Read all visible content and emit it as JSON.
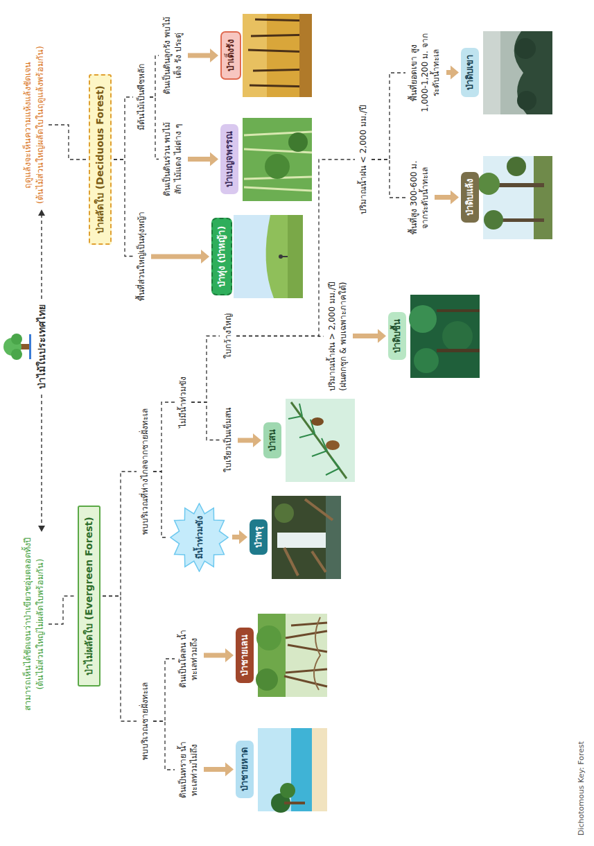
{
  "diagram": {
    "nodes": [
      {
        "text": [
          "ป่าไม้ในประเทศไทย"
        ]
      },
      {
        "text": [
          "สามารถเห็นได้ชัดเจนว่าป่าเขียวชอุ่มตลอดทั้งปี",
          "(ต้นไม้ส่วนใหญ่ไม่ผลัดใบพร้อมกัน)"
        ]
      },
      {
        "text": [
          "ฤดูแล้งจะเห็นความแห้งแล้งชัดเจน",
          "(ต้นไม้ส่วนใหญ่ผลัดใบในฤดูแล้งพร้อมกัน)"
        ]
      },
      {
        "text": [
          "ป่าไม่ผลัดใบ (Evergreen Forest)"
        ]
      },
      {
        "text": [
          "ป่าผลัดใบ (Deciduous Forest)"
        ]
      },
      {
        "text": [
          "พบบริเวณชายฝั่งทะเล"
        ]
      },
      {
        "text": [
          "พบบริเวณที่ห่างไกลจากชายฝั่งทะเล"
        ]
      },
      {
        "text": [
          "ดินเป็นทราย น้ำทะเลท่วมไม่ถึง"
        ]
      },
      {
        "text": [
          "ดินเป็นโคลน น้ำทะเลท่วมถึง"
        ]
      },
      {
        "text": [
          "มีน้ำท่วมขัง"
        ]
      },
      {
        "text": [
          "ไม่มีน้ำท่วมขัง"
        ]
      },
      {
        "text": [
          "ใบเรียวเป็นเข็มสน"
        ]
      },
      {
        "text": [
          "ใบกว้างใหญ่"
        ]
      },
      {
        "text": [
          "ปริมาณน้ำฝน > 2,000 มม./ปี",
          "(ฝนตกชุก & พบเฉพาะภาคใต้)"
        ]
      },
      {
        "text": [
          "ปริมาณน้ำฝน < 2,000 มม./ปี"
        ]
      },
      {
        "text": [
          "พื้นที่สูง 300-600 ม. จากระดับน้ำทะเล"
        ]
      },
      {
        "text": [
          "พื้นที่ยอดเขา สูง 1,000-1,200 ม. จากระดับน้ำทะเล"
        ]
      },
      {
        "text": [
          "พื้นที่ส่วนใหญ่เป็นทุ่งหญ้า"
        ]
      },
      {
        "text": [
          "มีต้นไม้เป็นพืชหลัก"
        ]
      },
      {
        "text": [
          "ดินเป็นดินร่วน พบไม้สัก ไม้แดง ไผ่ต่าง ๆ"
        ]
      },
      {
        "text": [
          "ดินเป็นดินลูกรัง พบไม้เต็ง รัง ประดู่"
        ]
      },
      {
        "text": [
          "ป่าชายหาด"
        ]
      },
      {
        "text": [
          "ป่าชายเลน"
        ]
      },
      {
        "text": [
          "ป่าพรุ"
        ]
      },
      {
        "text": [
          "ป่าสน"
        ]
      },
      {
        "text": [
          "ป่าดิบชื้น"
        ]
      },
      {
        "text": [
          "ป่าดิบแล้ง"
        ]
      },
      {
        "text": [
          "ป่าดิบเขา"
        ]
      },
      {
        "text": [
          "ป่าทุ่ง (ป่าหญ้า)"
        ]
      },
      {
        "text": [
          "ป่าเบญจพรรณ"
        ]
      },
      {
        "text": [
          "ป่าเต็งรัง"
        ]
      }
    ],
    "edges": [
      {
        "from": 0,
        "to": 1,
        "arrow": "to"
      },
      {
        "from": 0,
        "to": 2,
        "arrow": "to"
      },
      {
        "from": 1,
        "to": 3,
        "arrow": "none"
      },
      {
        "from": 2,
        "to": 4,
        "arrow": "none"
      },
      {
        "from": 3,
        "to": 5,
        "arrow": "none"
      },
      {
        "from": 3,
        "to": 6,
        "arrow": "none"
      },
      {
        "from": 5,
        "to": 7,
        "arrow": "none"
      },
      {
        "from": 5,
        "to": 8,
        "arrow": "none"
      },
      {
        "from": 6,
        "to": 9,
        "arrow": "none"
      },
      {
        "from": 6,
        "to": 10,
        "arrow": "none"
      },
      {
        "from": 10,
        "to": 11,
        "arrow": "none"
      },
      {
        "from": 10,
        "to": 12,
        "arrow": "none"
      },
      {
        "from": 12,
        "to": 13,
        "arrow": "none"
      },
      {
        "from": 12,
        "to": 14,
        "arrow": "none"
      },
      {
        "from": 14,
        "to": 15,
        "arrow": "none"
      },
      {
        "from": 14,
        "to": 16,
        "arrow": "none"
      },
      {
        "from": 4,
        "to": 17,
        "arrow": "none"
      },
      {
        "from": 4,
        "to": 18,
        "arrow": "none"
      },
      {
        "from": 18,
        "to": 19,
        "arrow": "none"
      },
      {
        "from": 18,
        "to": 20,
        "arrow": "none"
      },
      {
        "from": 7,
        "to": 21,
        "arrow": "to"
      },
      {
        "from": 8,
        "to": 22,
        "arrow": "to"
      },
      {
        "from": 9,
        "to": 23,
        "arrow": "to"
      },
      {
        "from": 11,
        "to": 24,
        "arrow": "to"
      },
      {
        "from": 13,
        "to": 25,
        "arrow": "to"
      },
      {
        "from": 15,
        "to": 26,
        "arrow": "to"
      },
      {
        "from": 16,
        "to": 27,
        "arrow": "to"
      },
      {
        "from": 17,
        "to": 28,
        "arrow": "to"
      },
      {
        "from": 19,
        "to": 29,
        "arrow": "to"
      },
      {
        "from": 20,
        "to": 30,
        "arrow": "to"
      }
    ],
    "labels": [
      "Dichotomous Key: Forest"
    ]
  }
}
